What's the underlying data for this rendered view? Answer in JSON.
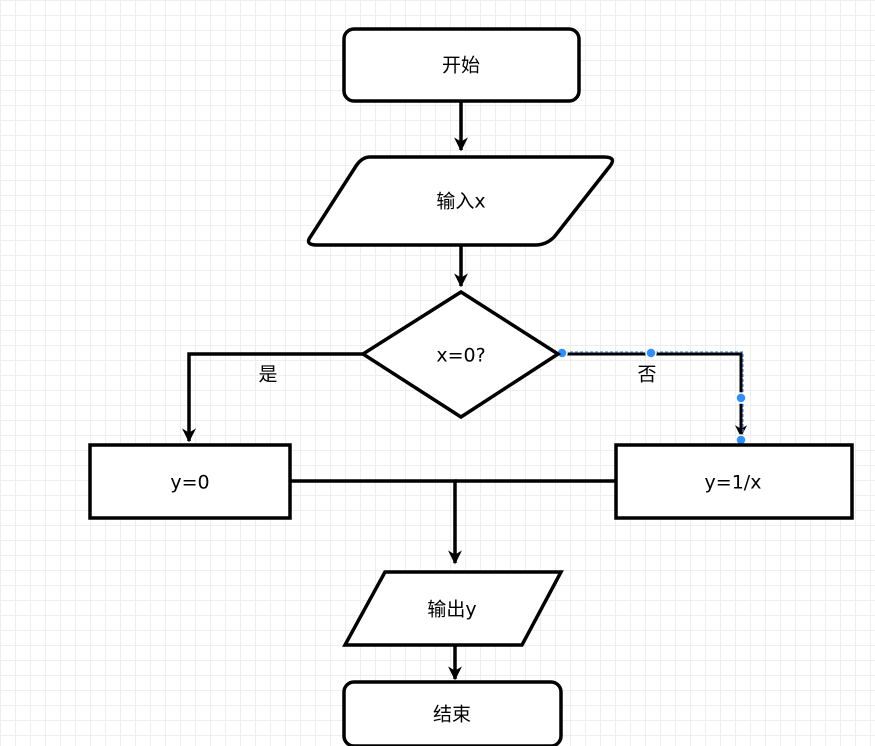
{
  "nodes": {
    "start": {
      "label": "开始"
    },
    "input": {
      "label": "输入x"
    },
    "decision": {
      "label": "x=0?"
    },
    "yes_process": {
      "label": "y=0"
    },
    "no_process": {
      "label": "y=1/x"
    },
    "output": {
      "label": "输出y"
    },
    "end": {
      "label": "结束"
    }
  },
  "edges": {
    "yes_label": "是",
    "no_label": "否"
  },
  "colors": {
    "stroke": "#000000",
    "fill": "#ffffff",
    "grid": "#eeeeee",
    "selection": "#2f8fff"
  }
}
